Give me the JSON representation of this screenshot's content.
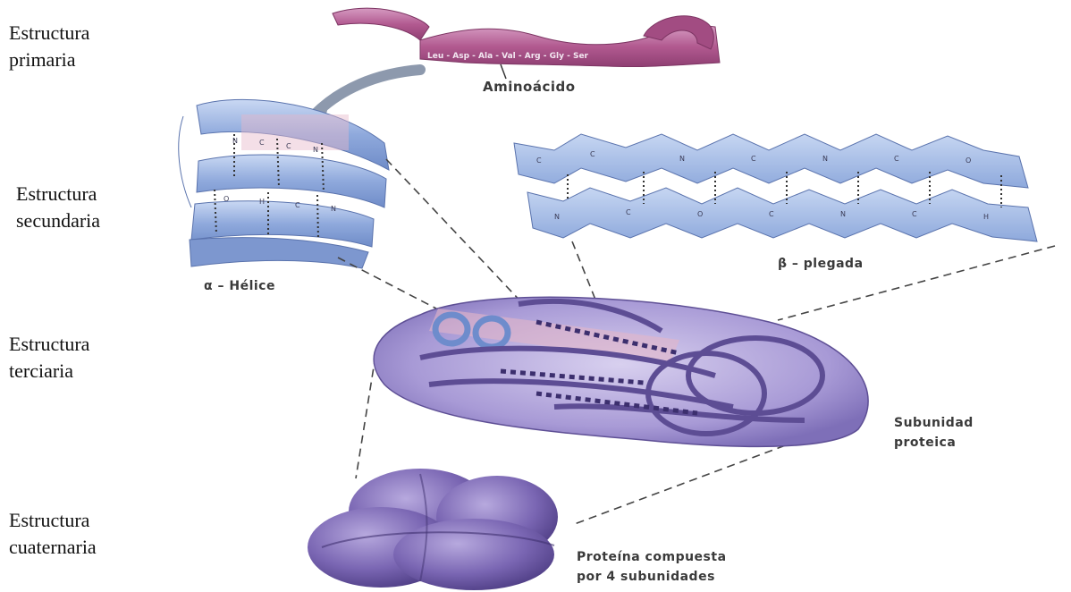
{
  "levels": {
    "primaria": "Estructura\nprimaria",
    "secundaria": "Estructura\nsecundaria",
    "terciaria": "Estructura\nterciaria",
    "cuaternaria": "Estructura\ncuaternaria"
  },
  "captions": {
    "aminoacido": "Aminoácido",
    "sequence": "Leu - Asp - Ala - Val - Arg - Gly - Ser",
    "helix": "α – Hélice",
    "sheet": "β – plegada",
    "subunit": "Subunidad\nproteica",
    "protein": "Proteína compuesta\npor 4 subunidades"
  },
  "colors": {
    "ribbon": "#b25a90",
    "helix": "#8fa9dc",
    "sheet": "#9cb7e4",
    "tertiary": "#8c7fc4",
    "quaternary": "#6e5aa6"
  }
}
